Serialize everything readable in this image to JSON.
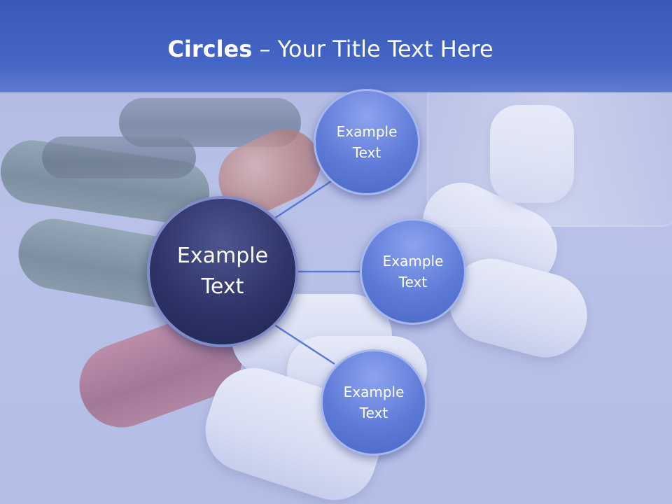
{
  "slide": {
    "title_bold": "Circles",
    "title_rest": " – Your Title Text Here"
  },
  "diagram": {
    "center": {
      "label": "Example\nText"
    },
    "satellites": [
      {
        "label": "Example\nText"
      },
      {
        "label": "Example\nText"
      },
      {
        "label": "Example\nText"
      }
    ]
  },
  "colors": {
    "header": "#4566c6",
    "center_circle": "#2e3468",
    "satellite_circle": "#5f7bd8",
    "connector": "#5a78d6",
    "text": "#ffffff"
  }
}
